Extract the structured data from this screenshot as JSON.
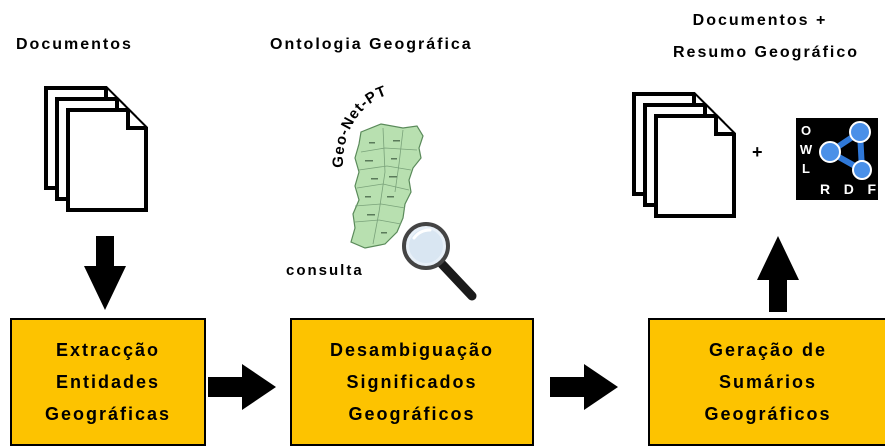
{
  "labels": {
    "documents_left": "Documentos",
    "ontology": "Ontologia Geográfica",
    "output_line1": "Documentos +",
    "output_line2": "Resumo Geográfico",
    "consulta": "consulta",
    "plus": "+"
  },
  "map": {
    "title": "Geo-Net-PT"
  },
  "owl_logo": {
    "letters": [
      "O",
      "W",
      "L"
    ],
    "rdf": [
      "R",
      "D",
      "F"
    ]
  },
  "boxes": [
    {
      "lines": [
        "Extracção",
        "Entidades",
        "Geográficas"
      ]
    },
    {
      "lines": [
        "Desambiguação",
        "Significados",
        "Geográficos"
      ]
    },
    {
      "lines": [
        "Geração de",
        "Sumários",
        "Geográficos"
      ]
    }
  ],
  "colors": {
    "box_fill": "#fdc300",
    "map_fill": "#b8e0b0",
    "logo_blue": "#2f78d8"
  }
}
